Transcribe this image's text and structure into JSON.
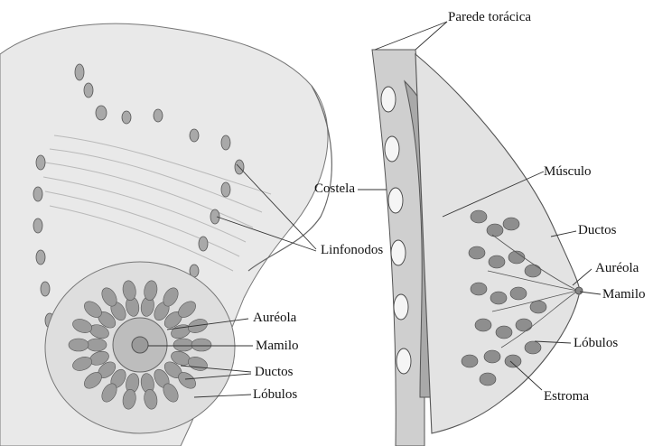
{
  "left_panel": {
    "labels": {
      "lymph_nodes": "Linfonodos",
      "areola": "Auréola",
      "nipple": "Mamilo",
      "ducts": "Ductos",
      "lobules": "Lóbulos"
    }
  },
  "right_panel": {
    "labels": {
      "chest_wall": "Parede torácica",
      "muscle": "Músculo",
      "rib": "Costela",
      "ducts": "Ductos",
      "areola": "Auréola",
      "nipple": "Mamilo",
      "lobules": "Lóbulos",
      "stroma": "Estroma"
    }
  },
  "colors": {
    "background": "#ffffff",
    "line": "#222222",
    "tissue": "#d6d6d6",
    "lobule": "#8e8e8e"
  }
}
